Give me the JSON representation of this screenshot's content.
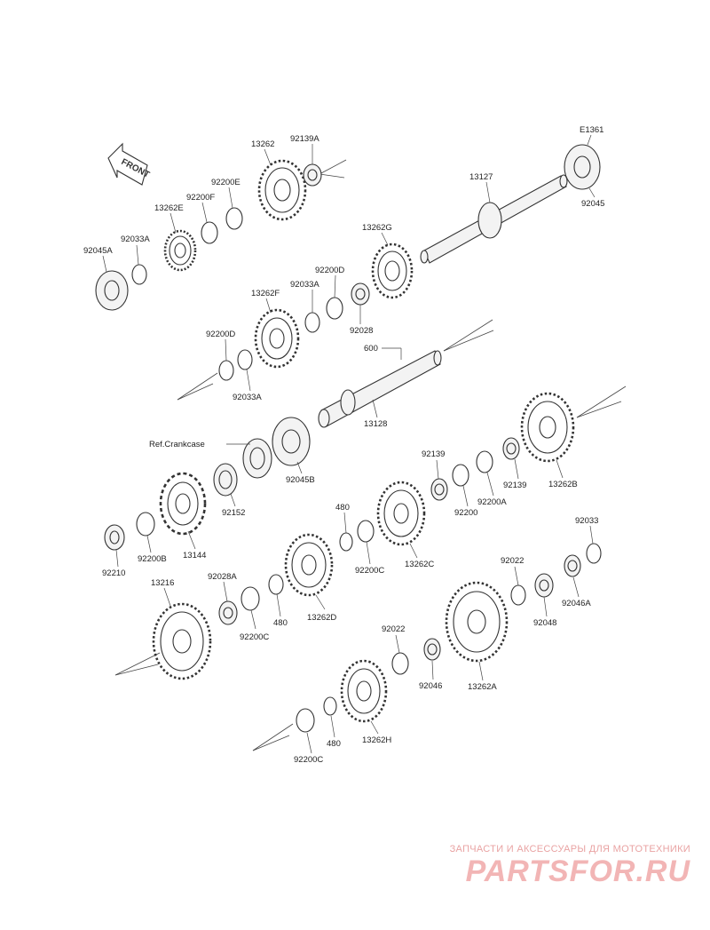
{
  "front_label": "FRONT",
  "diagram_code": "E1361",
  "ref_crankcase": "Ref.Crankcase",
  "labels": {
    "p92045A": "92045A",
    "p92033A_1": "92033A",
    "p13262E": "13262E",
    "p92200F": "92200F",
    "p92200E": "92200E",
    "p13262": "13262",
    "p92139A": "92139A",
    "p13127": "13127",
    "p92045": "92045",
    "p13262G": "13262G",
    "p92200D_1": "92200D",
    "p92033A_2": "92033A",
    "p13262F": "13262F",
    "p92028": "92028",
    "p92200D_2": "92200D",
    "p92033A_3": "92033A",
    "p600": "600",
    "p13128": "13128",
    "p92045B": "92045B",
    "p92152": "92152",
    "p13144": "13144",
    "p92200B": "92200B",
    "p92210": "92210",
    "p92139_1": "92139",
    "p92200": "92200",
    "p92200A": "92200A",
    "p92139_2": "92139",
    "p13262B": "13262B",
    "p480_1": "480",
    "p92200C_1": "92200C",
    "p13262C": "13262C",
    "p13216": "13216",
    "p92028A": "92028A",
    "p92200C_2": "92200C",
    "p480_2": "480",
    "p13262D": "13262D",
    "p92022_1": "92022",
    "p92048": "92048",
    "p92046A": "92046A",
    "p92033": "92033",
    "p92022_2": "92022",
    "p92046": "92046",
    "p13262A": "13262A",
    "p480_3": "480",
    "p92200C_3": "92200C",
    "p13262H": "13262H"
  },
  "watermark": {
    "tagline": "ЗАПЧАСТИ И АКСЕССУАРЫ ДЛЯ МОТОТЕХНИКИ",
    "logo": "PARTSFOR.RU"
  }
}
